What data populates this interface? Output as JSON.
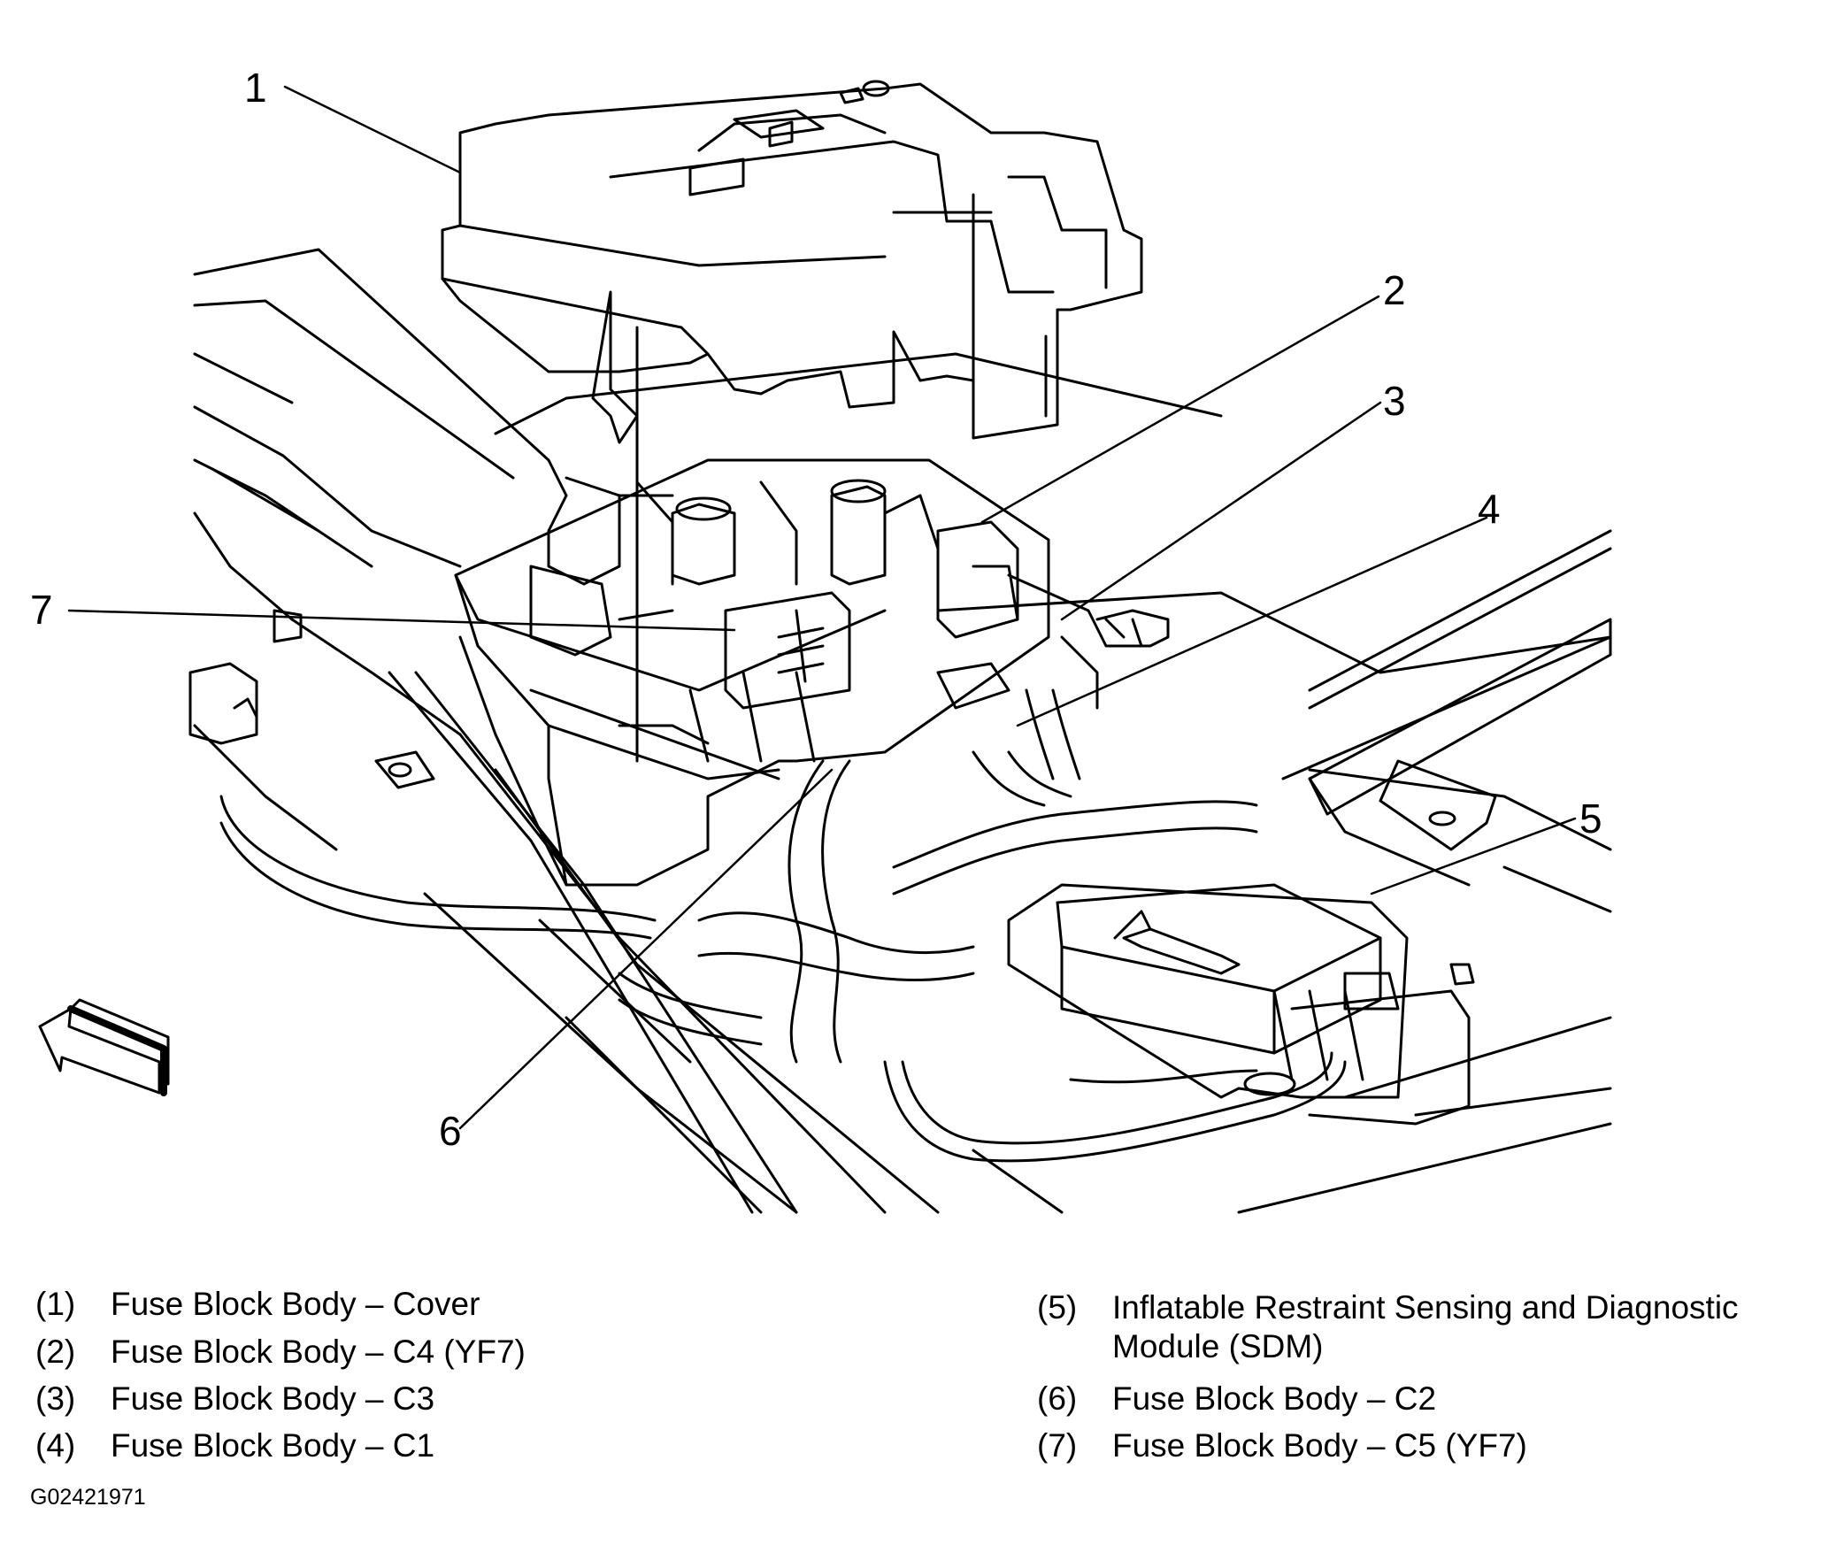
{
  "callouts": [
    "1",
    "2",
    "3",
    "4",
    "5",
    "6",
    "7"
  ],
  "legend": [
    {
      "num": "(1)",
      "text": "Fuse Block Body – Cover"
    },
    {
      "num": "(2)",
      "text": "Fuse Block Body – C4 (YF7)"
    },
    {
      "num": "(3)",
      "text": "Fuse Block Body – C3"
    },
    {
      "num": "(4)",
      "text": "Fuse Block Body – C1"
    },
    {
      "num": "(5)",
      "text": "Inflatable Restraint Sensing and Diagnostic",
      "text2": "Module (SDM)"
    },
    {
      "num": "(6)",
      "text": "Fuse Block Body – C2"
    },
    {
      "num": "(7)",
      "text": "Fuse Block Body – C5 (YF7)"
    }
  ],
  "figure_id": "G02421971",
  "icons": {
    "direction_arrow": "forward-arrow-icon"
  },
  "colors": {
    "ink": "#000000",
    "paper": "#ffffff"
  }
}
